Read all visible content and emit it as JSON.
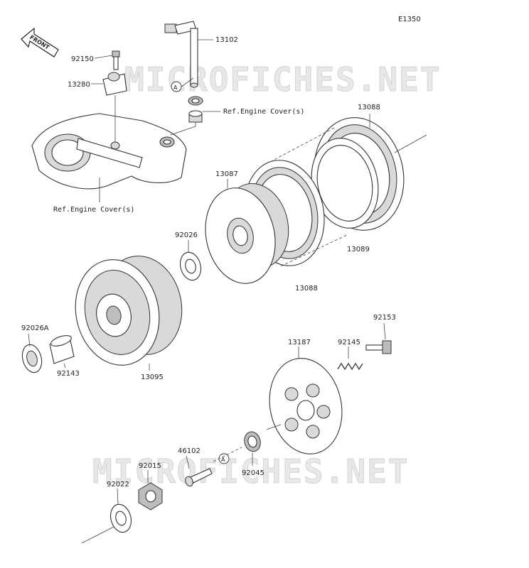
{
  "diagram_code": "E1350",
  "front_label": "FRONT",
  "watermarks": [
    "MICROFICHES.NET",
    "MICROFICHES.NET"
  ],
  "ref_labels": {
    "engine_cover_right": "Ref.Engine Cover(s)",
    "engine_cover_left": "Ref.Engine Cover(s)"
  },
  "callout_a": "A",
  "parts": {
    "p13102": "13102",
    "p92150": "92150",
    "p13280": "13280",
    "p13088_top": "13088",
    "p13087": "13087",
    "p13089": "13089",
    "p13088_bottom": "13088",
    "p92026": "92026",
    "p92026A": "92026A",
    "p92143": "92143",
    "p13095": "13095",
    "p13187": "13187",
    "p92145": "92145",
    "p92153": "92153",
    "p46102": "46102",
    "p92015": "92015",
    "p92022": "92022",
    "p92045": "92045"
  }
}
